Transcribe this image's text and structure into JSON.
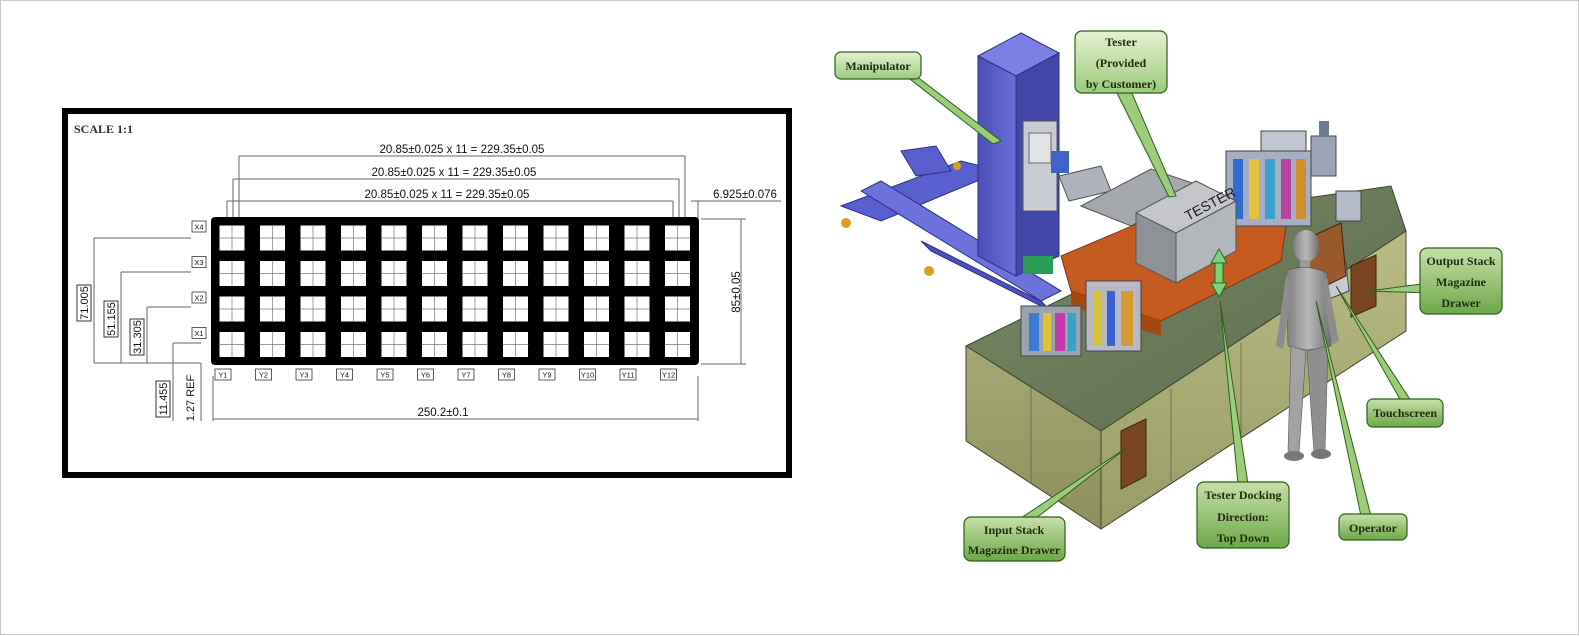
{
  "drawing": {
    "scale_label": "SCALE  1:1",
    "dimensions": {
      "pitch_top": "20.85±0.025  x  11 = 229.35±0.05",
      "pitch_mid": "20.85±0.025  x  11 = 229.35±0.05",
      "pitch_low": "20.85±0.025  x  11 = 229.35±0.05",
      "right_offset": "6.925±0.076",
      "height_total": "85±0.05",
      "width_total": "250.2±0.1",
      "v_71": "71.005",
      "v_51": "51.155",
      "v_31": "31.305",
      "v_11": "11.455",
      "ref": "1.27 REF"
    },
    "rows": [
      "X4",
      "X3",
      "X2",
      "X1"
    ],
    "columns": [
      "Y1",
      "Y2",
      "Y3",
      "Y4",
      "Y5",
      "Y6",
      "Y7",
      "Y8",
      "Y9",
      "Y10",
      "Y11",
      "Y12"
    ]
  },
  "machine": {
    "main_label": "TESTER",
    "callouts": {
      "manipulator": [
        "Manipulator"
      ],
      "tester": [
        "Tester",
        "(Provided",
        "by Customer)"
      ],
      "output_stack": [
        "Output Stack",
        "Magazine",
        "Drawer"
      ],
      "touchscreen": [
        "Touchscreen"
      ],
      "docking": [
        "Tester Docking",
        "Direction:",
        "Top Down"
      ],
      "operator": [
        "Operator"
      ],
      "input_stack": [
        "Input Stack",
        "Magazine Drawer"
      ]
    }
  }
}
